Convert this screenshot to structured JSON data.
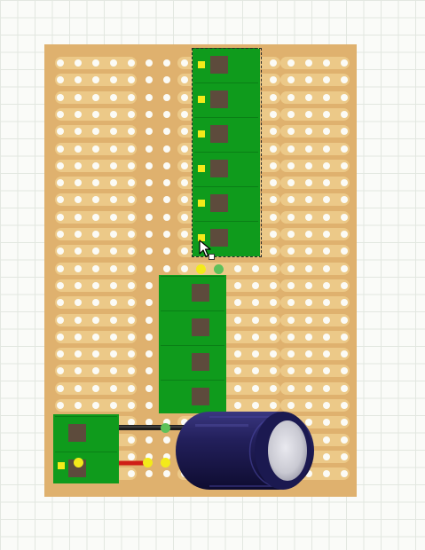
{
  "colors": {
    "canvas": "#fafbf8",
    "grid": "#e2e7e0",
    "board": "#dfb16e",
    "strip": "#ecc988",
    "hole": "#fbfbf6",
    "part_green": "#0f9b1c",
    "pin": "#5d4b3c",
    "pad_yellow": "#f3ea1a",
    "wire_black": "#1e1e1e",
    "wire_red": "#cf1e16",
    "capacitor_body": "#1c1a4e",
    "capacitor_top": "#c9c9d2"
  },
  "icons": {
    "cursor": "arrow-cursor-icon",
    "selection": "selection-handle-icon"
  },
  "parts": [
    {
      "name": "header-6-pin",
      "pins": 6,
      "selected": true
    },
    {
      "name": "header-4-pin",
      "pins": 4,
      "selected": false
    },
    {
      "name": "header-2-pin",
      "pins": 2,
      "selected": false
    },
    {
      "name": "electrolytic-capacitor",
      "selected": false
    }
  ],
  "wires": [
    {
      "name": "black-wire",
      "color": "black"
    },
    {
      "name": "red-wire",
      "color": "red"
    }
  ]
}
